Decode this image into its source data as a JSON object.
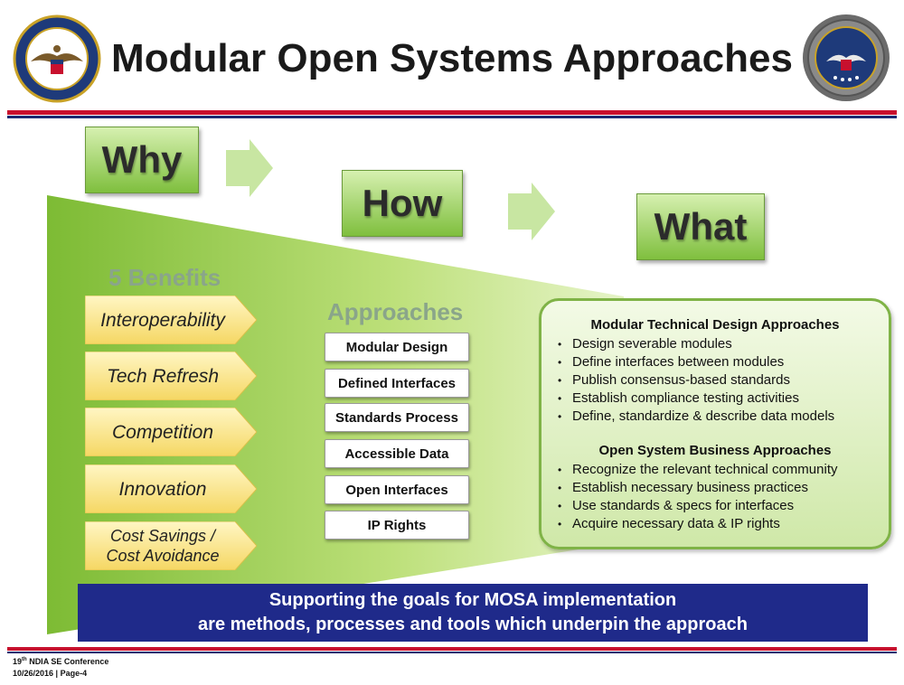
{
  "header": {
    "title": "Modular Open Systems Approaches",
    "left_seal": "department-of-defense-seal",
    "right_seal": "asd-rae-seal"
  },
  "steps": {
    "why": "Why",
    "how": "How",
    "what": "What"
  },
  "benefits": {
    "heading": "5 Benefits",
    "items": [
      {
        "line1": "Interoperability",
        "line2": ""
      },
      {
        "line1": "Tech Refresh",
        "line2": ""
      },
      {
        "line1": "Competition",
        "line2": ""
      },
      {
        "line1": "Innovation",
        "line2": ""
      },
      {
        "line1": "Cost Savings /",
        "line2": "Cost Avoidance"
      }
    ]
  },
  "approaches": {
    "heading": "Approaches",
    "items": [
      "Modular Design",
      "Defined Interfaces",
      "Standards Process",
      "Accessible Data",
      "Open Interfaces",
      "IP Rights"
    ]
  },
  "what_panel": {
    "technical": {
      "heading": "Modular Technical Design Approaches",
      "bullets": [
        "Design severable modules",
        "Define interfaces between modules",
        "Publish consensus-based standards",
        "Establish compliance testing activities",
        "Define, standardize & describe data models"
      ]
    },
    "business": {
      "heading": "Open System Business Approaches",
      "bullets": [
        "Recognize the relevant technical community",
        "Establish necessary business practices",
        "Use standards & specs for interfaces",
        "Acquire necessary data & IP rights"
      ]
    }
  },
  "banner": {
    "line1": "Supporting the goals for MOSA implementation",
    "line2": "are methods, processes and tools which underpin the approach"
  },
  "footer": {
    "conf_num": "19",
    "conf_sup": "th",
    "conf_rest": " NDIA SE Conference",
    "date_page": "10/26/2016 | Page-4"
  },
  "colors": {
    "red_rule": "#c8102e",
    "blue_rule": "#1b2a73",
    "banner": "#1f2a8a",
    "funnel_green": "#8cc63f",
    "benefit_yellow": "#fbe58a"
  }
}
